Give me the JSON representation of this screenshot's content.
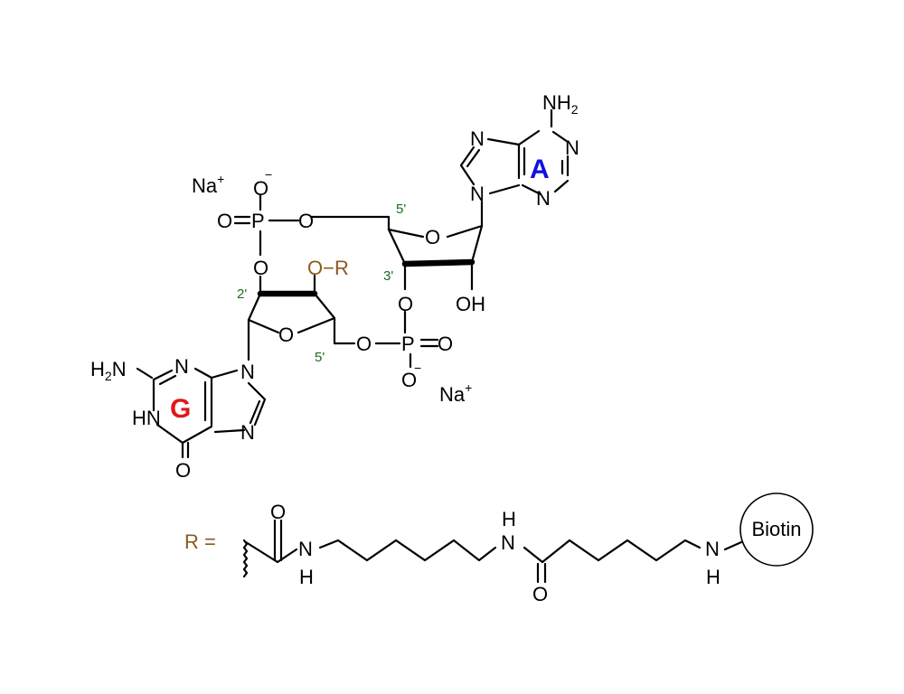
{
  "colors": {
    "adenine": "#1010e0",
    "guanine": "#e01818",
    "r_group": "#8a5a1e",
    "position_numbers": "#1f6a1f",
    "default": "#000000"
  },
  "labels": {
    "adenine_letter": "A",
    "guanine_letter": "G",
    "sodium": "Na",
    "sodium_charge": "+",
    "nh2": "NH",
    "h2n": "H",
    "subscript_2": "2",
    "nitrogen": "N",
    "oxygen": "O",
    "o_minus_charge": "−",
    "phosphorus": "P",
    "hn": "HN",
    "hydroxyl": "OH",
    "o_dash_r": "O−R",
    "r_equals": "R =",
    "hydrogen": "H",
    "biotin": "Biotin"
  },
  "position_labels": {
    "guanosine_2prime": "2'",
    "guanosine_5prime": "5'",
    "adenosine_5prime": "5'",
    "adenosine_3prime": "3'"
  }
}
